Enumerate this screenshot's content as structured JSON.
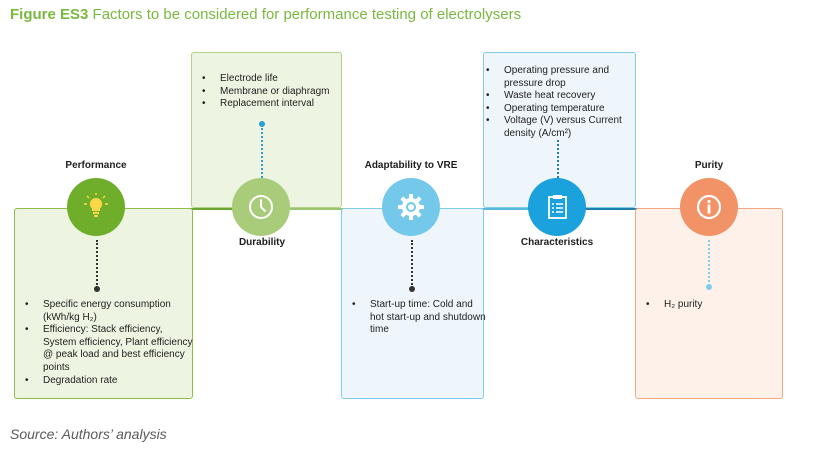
{
  "figure": {
    "label": "Figure ES3",
    "title": "Factors to be considered for performance testing of electrolysers"
  },
  "source": "Source: Authors’ analysis",
  "colors": {
    "performance": "#7ab52f",
    "durability": "#b9d68a",
    "adaptability": "#7fcdea",
    "characteristics": "#1ea0d8",
    "purity": "#f29a6d"
  },
  "factors": [
    {
      "label": "Performance",
      "icon": "lightbulb-icon",
      "items": [
        "Specific energy consumption (kWh/kg H₂)",
        "Efficiency: Stack efficiency, System efficiency, Plant efficiency @ peak load and best efficiency points",
        "Degradation rate"
      ]
    },
    {
      "label": "Durability",
      "icon": "clock-icon",
      "items": [
        "Electrode life",
        "Membrane or diaphragm",
        "Replacement interval"
      ]
    },
    {
      "label": "Adaptability to VRE",
      "icon": "gear-icon",
      "items": [
        "Start-up time: Cold and hot start-up and shutdown time"
      ]
    },
    {
      "label": "Characteristics",
      "icon": "checklist-icon",
      "items": [
        "Operating pressure and pressure drop",
        "Waste heat recovery",
        "Operating temperature",
        "Voltage (V) versus Current density (A/cm²)"
      ]
    },
    {
      "label": "Purity",
      "icon": "info-icon",
      "items": [
        "H₂ purity"
      ]
    }
  ]
}
